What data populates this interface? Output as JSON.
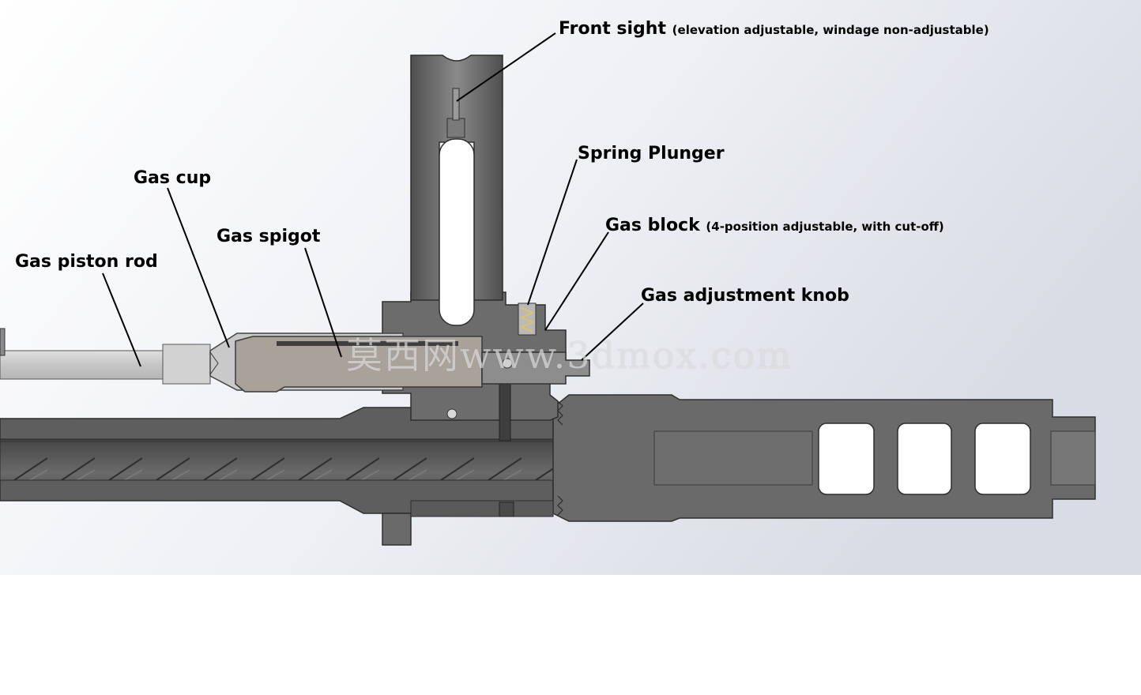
{
  "labels": {
    "front_sight": {
      "name": "Front sight",
      "note": "(elevation adjustable, windage non-adjustable)"
    },
    "spring_plunger": {
      "name": "Spring Plunger"
    },
    "gas_cup": {
      "name": "Gas cup"
    },
    "gas_spigot": {
      "name": "Gas spigot"
    },
    "gas_block": {
      "name": "Gas block",
      "note": "(4-position adjustable, with cut-off)"
    },
    "gas_piston_rod": {
      "name": "Gas piston rod"
    },
    "gas_adjustment_knob": {
      "name": "Gas adjustment knob"
    }
  },
  "watermark": "莫西网www.3dmox.com",
  "colors": {
    "background_gradient_start": "#ffffff",
    "background_gradient_end": "#dcdfe6",
    "steel_dark": "#555555",
    "steel_mid": "#6e6e6e",
    "steel_light": "#9a9a9a",
    "spigot": "#a8a29a",
    "piston_rod": "#cfcfcf",
    "leader_line": "#000000"
  }
}
